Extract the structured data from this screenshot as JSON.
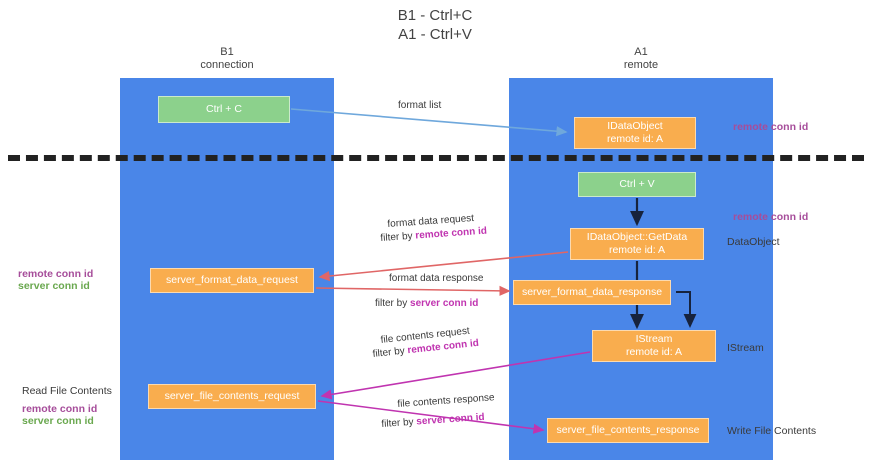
{
  "title": "B1 - Ctrl+C\nA1 - Ctrl+V",
  "lanes": [
    {
      "name": "b1",
      "header": "B1\nconnection"
    },
    {
      "name": "a1",
      "header": "A1\nremote"
    }
  ],
  "boxes": {
    "ctrl_c": "Ctrl + C",
    "ctrl_v": "Ctrl + V",
    "idataobject": "IDataObject\nremote id: A",
    "idataobject_getdata": "IDataObject::GetData\nremote id: A",
    "server_format_data_request": "server_format_data_request",
    "server_format_data_response": "server_format_data_response",
    "istream": "IStream\nremote id: A",
    "server_file_contents_request": "server_file_contents_request",
    "server_file_contents_response": "server_file_contents_response"
  },
  "annotations": {
    "remote_conn_id_top": "remote conn id",
    "remote_conn_id_mid": "remote conn id",
    "dataobject": "DataObject",
    "istream": "IStream",
    "write_file_contents": "Write File Contents",
    "read_file_contents": "Read File Contents",
    "left_remote_conn_id_1": "remote conn id",
    "left_server_conn_id_1": "server conn id",
    "left_remote_conn_id_2": "remote conn id",
    "left_server_conn_id_2": "server conn id"
  },
  "edges": {
    "format_list": "format list",
    "format_data_request": "format data request",
    "format_data_request_filter_prefix": "filter by ",
    "format_data_request_filter_key": "remote conn id",
    "format_data_response": "format data response",
    "format_data_response_filter_prefix": "filter by ",
    "format_data_response_filter_key": "server conn id",
    "file_contents_request": "file contents request",
    "file_contents_request_filter_prefix": "filter by ",
    "file_contents_request_filter_key": "remote conn id",
    "file_contents_response": "file contents response",
    "file_contents_response_filter_prefix": "filter by ",
    "file_contents_response_filter_key": "server conn id"
  },
  "colors": {
    "lane": "#4a86e8",
    "green_box": "#8cd18c",
    "orange_box": "#f9ad4e",
    "purple_text": "#a64d9a",
    "green_text": "#6aa84f",
    "magenta_text": "#c034b0",
    "arrow_blue": "#6fa8dc",
    "arrow_red": "#e06666",
    "arrow_magenta": "#c034b0",
    "arrow_dark": "#1c2b4a",
    "dashed_line": "#222222"
  }
}
